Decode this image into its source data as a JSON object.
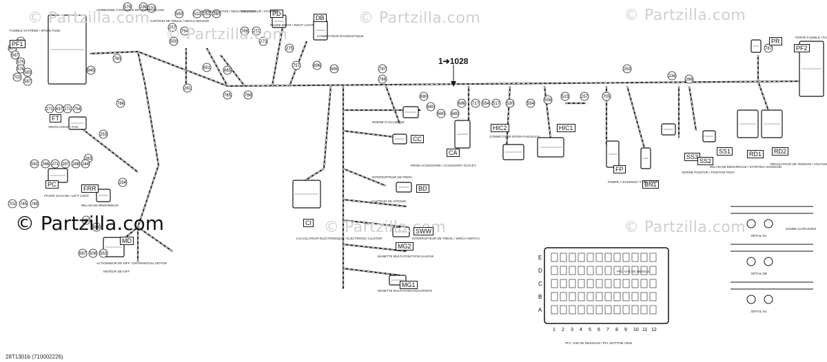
{
  "ref_label": "1➔1028",
  "footer": "28T1301b (710002226)",
  "watermarks": [
    "© Partzilla.com",
    "© Partzilla.com",
    "© Partzilla.com",
    "© Partzilla.com",
    "© Partzilla.com",
    "© Partzilla.com",
    "© Partzilla.com"
  ],
  "copyright": "© Partzilla.com",
  "connectors": [
    {
      "code": "PF1"
    },
    {
      "code": "FT"
    },
    {
      "code": "PC"
    },
    {
      "code": "FRR"
    },
    {
      "code": "MD"
    },
    {
      "code": "PD"
    },
    {
      "code": "DB"
    },
    {
      "code": "CC"
    },
    {
      "code": "CA"
    },
    {
      "code": "HIC2"
    },
    {
      "code": "HIC1"
    },
    {
      "code": "BD"
    },
    {
      "code": "SWW"
    },
    {
      "code": "MG2"
    },
    {
      "code": "MG1"
    },
    {
      "code": "CI"
    },
    {
      "code": "SS3"
    },
    {
      "code": "SS2"
    },
    {
      "code": "SS1"
    },
    {
      "code": "RD1"
    },
    {
      "code": "RD2"
    },
    {
      "code": "PR"
    },
    {
      "code": "PF2"
    },
    {
      "code": "BN1"
    },
    {
      "code": "FP"
    }
  ],
  "fuse_box": {
    "rows": [
      "E",
      "D",
      "C",
      "B",
      "A"
    ],
    "cols": [
      "1",
      "2",
      "3",
      "4",
      "5",
      "6",
      "7",
      "8",
      "9",
      "10",
      "11",
      "12"
    ]
  },
  "callouts": [
    "579",
    "236",
    "270",
    "945",
    "579",
    "677",
    "587",
    "575",
    "576",
    "583",
    "702",
    "587",
    "760",
    "261",
    "786",
    "253",
    "263",
    "254",
    "271",
    "637",
    "271",
    "754",
    "592",
    "266",
    "271",
    "287",
    "288",
    "244",
    "702",
    "745",
    "749",
    "698",
    "688",
    "697",
    "508",
    "553",
    "550",
    "522",
    "251",
    "260",
    "257",
    "754",
    "500",
    "651",
    "665",
    "266",
    "271",
    "273",
    "275",
    "757",
    "696",
    "695",
    "765",
    "768",
    "787",
    "768",
    "690",
    "680",
    "680",
    "680",
    "696",
    "717",
    "554",
    "517",
    "530",
    "554",
    "558",
    "523",
    "257",
    "705",
    "253",
    "234",
    "266",
    "787"
  ],
  "notes": [
    "FUSIBLE SYSTÈME / SPARE FUSE",
    "COMMANDE À DISTANCE DE VERROUILLAGE",
    "CAPTEUR DE TREUIL / WINCH SENSOR",
    "BORNE NÉGATIVE / NEGATIVE POST",
    "DÉMARREUR / STARTER",
    "PHARE DROIT / RIGHT LIGHT",
    "CONNECTEUR DIAGNOSTIQUE",
    "VENTILATEUR / FAN",
    "PHARE GAUCHE / LEFT LIGHT",
    "RELAIS DE DÉMARREUR",
    "ACTIONNEUR DE DIFF / DIFFERENTIAL MOTOR",
    "CONNECTEUR INTER-FAISCEAUX",
    "PRISE ACCESSOIRE / ACCESSORY OUTLET",
    "INTERRUPTEUR DE TREUIL / WINCH SWITCH",
    "MANETTE MULTI-FONCTION GAUCHE",
    "MANETTE MULTI-FONCTION DROITE",
    "CALCULATEUR ÉLECTRONIQUE / ELECTRONIC CLUSTER",
    "POMPE À ESSENCE / FUEL PUMP",
    "BORNE POSITIVE / POSITIVE POST",
    "RELAIS DE DÉMARRAGE / STARTING SOLENOID",
    "RÉGULATEUR DE TENSION / VOLTAGE REGULATOR",
    "PORTE-FUSIBLE / FUSE BOX",
    "SONDE ULTRASONS",
    "DÉTAIL DA",
    "DÉTAIL DB",
    "DÉTAIL DC",
    "PF1: VUE DE DESSOUS / PF1: BOTTOM VIEW",
    "PF1: VUE DE DESSUS",
    "MOTEUR DE DIFF",
    "INTERRUPTEUR DE FREIN",
    "CAPTEUR DE VITESSE",
    "BOBINE D'ALLUMAGE"
  ]
}
